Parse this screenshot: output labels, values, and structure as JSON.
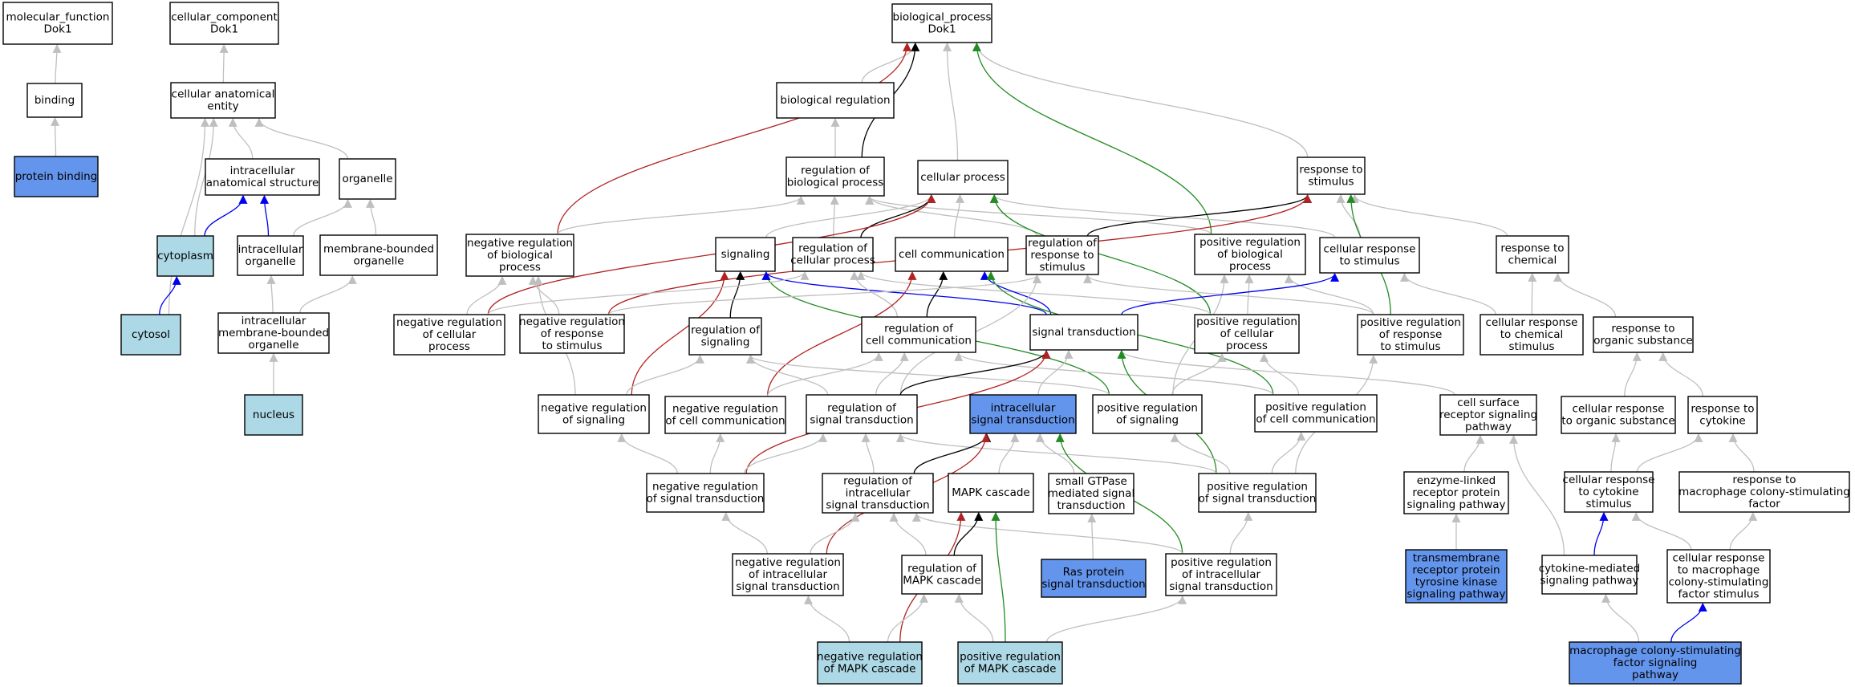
{
  "colors": {
    "gray": "#bfbfbf",
    "black": "#000000",
    "red": "#b22222",
    "green": "#228b22",
    "blue": "#0000ee",
    "node_default": "#ffffff",
    "node_light": "#add8e6",
    "node_dark": "#6495ed"
  },
  "nodes": [
    {
      "id": "mf_dok1",
      "lines": [
        "molecular_function",
        "Dok1"
      ],
      "fill": "default"
    },
    {
      "id": "cc_dok1",
      "lines": [
        "cellular_component",
        "Dok1"
      ],
      "fill": "default"
    },
    {
      "id": "bp_dok1",
      "lines": [
        "biological_process",
        "Dok1"
      ],
      "fill": "default"
    },
    {
      "id": "binding",
      "lines": [
        "binding"
      ],
      "fill": "default"
    },
    {
      "id": "cae",
      "lines": [
        "cellular anatomical",
        "entity"
      ],
      "fill": "default"
    },
    {
      "id": "bio_reg",
      "lines": [
        "biological regulation"
      ],
      "fill": "default"
    },
    {
      "id": "protein_binding",
      "lines": [
        "protein binding"
      ],
      "fill": "dark"
    },
    {
      "id": "ias",
      "lines": [
        "intracellular",
        "anatomical structure"
      ],
      "fill": "default"
    },
    {
      "id": "organelle",
      "lines": [
        "organelle"
      ],
      "fill": "default"
    },
    {
      "id": "rbp",
      "lines": [
        "regulation of",
        "biological process"
      ],
      "fill": "default"
    },
    {
      "id": "cell_process",
      "lines": [
        "cellular process"
      ],
      "fill": "default"
    },
    {
      "id": "rts",
      "lines": [
        "response to",
        "stimulus"
      ],
      "fill": "default"
    },
    {
      "id": "cytoplasm",
      "lines": [
        "cytoplasm"
      ],
      "fill": "light"
    },
    {
      "id": "io",
      "lines": [
        "intracellular",
        "organelle"
      ],
      "fill": "default"
    },
    {
      "id": "mbo",
      "lines": [
        "membrane-bounded",
        "organelle"
      ],
      "fill": "default"
    },
    {
      "id": "nrbp",
      "lines": [
        "negative regulation",
        "of biological",
        "process"
      ],
      "fill": "default"
    },
    {
      "id": "signaling",
      "lines": [
        "signaling"
      ],
      "fill": "default"
    },
    {
      "id": "rcp",
      "lines": [
        "regulation of",
        "cellular process"
      ],
      "fill": "default"
    },
    {
      "id": "cell_comm",
      "lines": [
        "cell communication"
      ],
      "fill": "default"
    },
    {
      "id": "rrs",
      "lines": [
        "regulation of",
        "response to",
        "stimulus"
      ],
      "fill": "default"
    },
    {
      "id": "prbp",
      "lines": [
        "positive regulation",
        "of biological",
        "process"
      ],
      "fill": "default"
    },
    {
      "id": "crs",
      "lines": [
        "cellular response",
        "to stimulus"
      ],
      "fill": "default"
    },
    {
      "id": "rtc",
      "lines": [
        "response to",
        "chemical"
      ],
      "fill": "default"
    },
    {
      "id": "cytosol",
      "lines": [
        "cytosol"
      ],
      "fill": "light"
    },
    {
      "id": "imbo",
      "lines": [
        "intracellular",
        "membrane-bounded",
        "organelle"
      ],
      "fill": "default"
    },
    {
      "id": "nrcp",
      "lines": [
        "negative regulation",
        "of cellular",
        "process"
      ],
      "fill": "default"
    },
    {
      "id": "nrrs",
      "lines": [
        "negative regulation",
        "of response",
        "to stimulus"
      ],
      "fill": "default"
    },
    {
      "id": "rsig",
      "lines": [
        "regulation of",
        "signaling"
      ],
      "fill": "default"
    },
    {
      "id": "rcc",
      "lines": [
        "regulation of",
        "cell communication"
      ],
      "fill": "default"
    },
    {
      "id": "st",
      "lines": [
        "signal transduction"
      ],
      "fill": "default"
    },
    {
      "id": "prcp",
      "lines": [
        "positive regulation",
        "of cellular",
        "process"
      ],
      "fill": "default"
    },
    {
      "id": "prrs",
      "lines": [
        "positive regulation",
        "of response",
        "to stimulus"
      ],
      "fill": "default"
    },
    {
      "id": "crcs",
      "lines": [
        "cellular response",
        "to chemical",
        "stimulus"
      ],
      "fill": "default"
    },
    {
      "id": "rtos",
      "lines": [
        "response to",
        "organic substance"
      ],
      "fill": "default"
    },
    {
      "id": "nucleus",
      "lines": [
        "nucleus"
      ],
      "fill": "light"
    },
    {
      "id": "nrsig",
      "lines": [
        "negative regulation",
        "of signaling"
      ],
      "fill": "default"
    },
    {
      "id": "nrcc",
      "lines": [
        "negative regulation",
        "of cell communication"
      ],
      "fill": "default"
    },
    {
      "id": "rst",
      "lines": [
        "regulation of",
        "signal transduction"
      ],
      "fill": "default"
    },
    {
      "id": "ist",
      "lines": [
        "intracellular",
        "signal transduction"
      ],
      "fill": "dark"
    },
    {
      "id": "prsig",
      "lines": [
        "positive regulation",
        "of signaling"
      ],
      "fill": "default"
    },
    {
      "id": "prcc",
      "lines": [
        "positive regulation",
        "of cell communication"
      ],
      "fill": "default"
    },
    {
      "id": "csrsp",
      "lines": [
        "cell surface",
        "receptor signaling",
        "pathway"
      ],
      "fill": "default"
    },
    {
      "id": "crtos",
      "lines": [
        "cellular response",
        "to organic substance"
      ],
      "fill": "default"
    },
    {
      "id": "rtcy",
      "lines": [
        "response to",
        "cytokine"
      ],
      "fill": "default"
    },
    {
      "id": "nrst",
      "lines": [
        "negative regulation",
        "of signal transduction"
      ],
      "fill": "default"
    },
    {
      "id": "rist",
      "lines": [
        "regulation of",
        "intracellular",
        "signal transduction"
      ],
      "fill": "default"
    },
    {
      "id": "mapk",
      "lines": [
        "MAPK cascade"
      ],
      "fill": "default"
    },
    {
      "id": "sgtp",
      "lines": [
        "small GTPase",
        "mediated signal",
        "transduction"
      ],
      "fill": "default"
    },
    {
      "id": "prst",
      "lines": [
        "positive regulation",
        "of signal transduction"
      ],
      "fill": "default"
    },
    {
      "id": "elrsp",
      "lines": [
        "enzyme-linked",
        "receptor protein",
        "signaling pathway"
      ],
      "fill": "default"
    },
    {
      "id": "crcy",
      "lines": [
        "cellular response",
        "to cytokine",
        "stimulus"
      ],
      "fill": "default"
    },
    {
      "id": "rtmcsf",
      "lines": [
        "response to",
        "macrophage colony-stimulating",
        "factor"
      ],
      "fill": "default"
    },
    {
      "id": "nrist",
      "lines": [
        "negative regulation",
        "of intracellular",
        "signal transduction"
      ],
      "fill": "default"
    },
    {
      "id": "rmapk",
      "lines": [
        "regulation of",
        "MAPK cascade"
      ],
      "fill": "default"
    },
    {
      "id": "ras",
      "lines": [
        "Ras protein",
        "signal transduction"
      ],
      "fill": "dark"
    },
    {
      "id": "prist",
      "lines": [
        "positive regulation",
        "of intracellular",
        "signal transduction"
      ],
      "fill": "default"
    },
    {
      "id": "trptk",
      "lines": [
        "transmembrane",
        "receptor protein",
        "tyrosine kinase",
        "signaling pathway"
      ],
      "fill": "dark"
    },
    {
      "id": "cmsp",
      "lines": [
        "cytokine-mediated",
        "signaling pathway"
      ],
      "fill": "default"
    },
    {
      "id": "crmcsf",
      "lines": [
        "cellular response",
        "to macrophage",
        "colony-stimulating",
        "factor stimulus"
      ],
      "fill": "default"
    },
    {
      "id": "nrmapk",
      "lines": [
        "negative regulation",
        "of MAPK cascade"
      ],
      "fill": "light"
    },
    {
      "id": "prmapk",
      "lines": [
        "positive regulation",
        "of MAPK cascade"
      ],
      "fill": "light"
    },
    {
      "id": "mcsfsp",
      "lines": [
        "macrophage colony-stimulating",
        "factor signaling",
        "pathway"
      ],
      "fill": "dark"
    }
  ],
  "edges": [
    {
      "from": "binding",
      "to": "mf_dok1",
      "color": "gray"
    },
    {
      "from": "protein_binding",
      "to": "binding",
      "color": "gray"
    },
    {
      "from": "cae",
      "to": "cc_dok1",
      "color": "gray"
    },
    {
      "from": "ias",
      "to": "cae",
      "color": "gray"
    },
    {
      "from": "organelle",
      "to": "cae",
      "color": "gray"
    },
    {
      "from": "cytoplasm",
      "to": "cae",
      "color": "gray"
    },
    {
      "from": "cytosol",
      "to": "cae",
      "color": "gray"
    },
    {
      "from": "cytoplasm",
      "to": "ias",
      "color": "blue"
    },
    {
      "from": "io",
      "to": "ias",
      "color": "blue"
    },
    {
      "from": "io",
      "to": "organelle",
      "color": "gray"
    },
    {
      "from": "mbo",
      "to": "organelle",
      "color": "gray"
    },
    {
      "from": "cytosol",
      "to": "cytoplasm",
      "color": "blue"
    },
    {
      "from": "imbo",
      "to": "io",
      "color": "gray"
    },
    {
      "from": "imbo",
      "to": "mbo",
      "color": "gray"
    },
    {
      "from": "nucleus",
      "to": "imbo",
      "color": "gray"
    },
    {
      "from": "bio_reg",
      "to": "bp_dok1",
      "color": "gray"
    },
    {
      "from": "rbp",
      "to": "bp_dok1",
      "color": "black"
    },
    {
      "from": "cell_process",
      "to": "bp_dok1",
      "color": "gray"
    },
    {
      "from": "rts",
      "to": "bp_dok1",
      "color": "gray"
    },
    {
      "from": "nrbp",
      "to": "bp_dok1",
      "color": "red"
    },
    {
      "from": "prbp",
      "to": "bp_dok1",
      "color": "green"
    },
    {
      "from": "rbp",
      "to": "bio_reg",
      "color": "gray"
    },
    {
      "from": "nrbp",
      "to": "rbp",
      "color": "gray"
    },
    {
      "from": "rcp",
      "to": "rbp",
      "color": "gray"
    },
    {
      "from": "rrs",
      "to": "rbp",
      "color": "gray"
    },
    {
      "from": "prbp",
      "to": "rbp",
      "color": "gray"
    },
    {
      "from": "signaling",
      "to": "cell_process",
      "color": "gray"
    },
    {
      "from": "rcp",
      "to": "cell_process",
      "color": "black"
    },
    {
      "from": "cell_comm",
      "to": "cell_process",
      "color": "gray"
    },
    {
      "from": "crs",
      "to": "cell_process",
      "color": "gray"
    },
    {
      "from": "nrcp",
      "to": "cell_process",
      "color": "red"
    },
    {
      "from": "prcp",
      "to": "cell_process",
      "color": "green"
    },
    {
      "from": "rrs",
      "to": "rts",
      "color": "black"
    },
    {
      "from": "crs",
      "to": "rts",
      "color": "gray"
    },
    {
      "from": "rtc",
      "to": "rts",
      "color": "gray"
    },
    {
      "from": "nrrs",
      "to": "rts",
      "color": "red"
    },
    {
      "from": "prrs",
      "to": "rts",
      "color": "green"
    },
    {
      "from": "nrcp",
      "to": "nrbp",
      "color": "gray"
    },
    {
      "from": "nrrs",
      "to": "nrbp",
      "color": "gray"
    },
    {
      "from": "nrsig",
      "to": "nrbp",
      "color": "gray"
    },
    {
      "from": "rsig",
      "to": "signaling",
      "color": "black"
    },
    {
      "from": "nrsig",
      "to": "signaling",
      "color": "red"
    },
    {
      "from": "prsig",
      "to": "signaling",
      "color": "green"
    },
    {
      "from": "st",
      "to": "signaling",
      "color": "blue"
    },
    {
      "from": "nrcp",
      "to": "rcp",
      "color": "gray"
    },
    {
      "from": "prcp",
      "to": "rcp",
      "color": "gray"
    },
    {
      "from": "rcc",
      "to": "rcp",
      "color": "gray"
    },
    {
      "from": "rcc",
      "to": "cell_comm",
      "color": "black"
    },
    {
      "from": "st",
      "to": "cell_comm",
      "color": "blue"
    },
    {
      "from": "nrcc",
      "to": "cell_comm",
      "color": "red"
    },
    {
      "from": "prcc",
      "to": "cell_comm",
      "color": "green"
    },
    {
      "from": "nrrs",
      "to": "rrs",
      "color": "gray"
    },
    {
      "from": "prrs",
      "to": "rrs",
      "color": "gray"
    },
    {
      "from": "rst",
      "to": "rrs",
      "color": "gray"
    },
    {
      "from": "prcp",
      "to": "prbp",
      "color": "gray"
    },
    {
      "from": "prrs",
      "to": "prbp",
      "color": "gray"
    },
    {
      "from": "prsig",
      "to": "prbp",
      "color": "gray"
    },
    {
      "from": "st",
      "to": "crs",
      "color": "blue"
    },
    {
      "from": "crcs",
      "to": "crs",
      "color": "gray"
    },
    {
      "from": "crcs",
      "to": "rtc",
      "color": "gray"
    },
    {
      "from": "rtos",
      "to": "rtc",
      "color": "gray"
    },
    {
      "from": "nrsig",
      "to": "rsig",
      "color": "gray"
    },
    {
      "from": "prsig",
      "to": "rsig",
      "color": "gray"
    },
    {
      "from": "rst",
      "to": "rsig",
      "color": "gray"
    },
    {
      "from": "nrcc",
      "to": "rcc",
      "color": "gray"
    },
    {
      "from": "prcc",
      "to": "rcc",
      "color": "gray"
    },
    {
      "from": "rst",
      "to": "rcc",
      "color": "gray"
    },
    {
      "from": "rst",
      "to": "st",
      "color": "black"
    },
    {
      "from": "ist",
      "to": "st",
      "color": "gray"
    },
    {
      "from": "csrsp",
      "to": "st",
      "color": "gray"
    },
    {
      "from": "nrst",
      "to": "st",
      "color": "red"
    },
    {
      "from": "prst",
      "to": "st",
      "color": "green"
    },
    {
      "from": "prsig",
      "to": "prcp",
      "color": "gray"
    },
    {
      "from": "prcc",
      "to": "prcp",
      "color": "gray"
    },
    {
      "from": "prst",
      "to": "prrs",
      "color": "gray"
    },
    {
      "from": "crtos",
      "to": "rtos",
      "color": "gray"
    },
    {
      "from": "rtcy",
      "to": "rtos",
      "color": "gray"
    },
    {
      "from": "nrst",
      "to": "nrsig",
      "color": "gray"
    },
    {
      "from": "nrst",
      "to": "nrcc",
      "color": "gray"
    },
    {
      "from": "nrst",
      "to": "rst",
      "color": "gray"
    },
    {
      "from": "rist",
      "to": "rst",
      "color": "gray"
    },
    {
      "from": "prst",
      "to": "rst",
      "color": "gray"
    },
    {
      "from": "rist",
      "to": "ist",
      "color": "black"
    },
    {
      "from": "mapk",
      "to": "ist",
      "color": "gray"
    },
    {
      "from": "sgtp",
      "to": "ist",
      "color": "gray"
    },
    {
      "from": "nrist",
      "to": "ist",
      "color": "red"
    },
    {
      "from": "prist",
      "to": "ist",
      "color": "green"
    },
    {
      "from": "prst",
      "to": "prsig",
      "color": "gray"
    },
    {
      "from": "prst",
      "to": "prcc",
      "color": "gray"
    },
    {
      "from": "elrsp",
      "to": "csrsp",
      "color": "gray"
    },
    {
      "from": "cmsp",
      "to": "csrsp",
      "color": "gray"
    },
    {
      "from": "crcy",
      "to": "crtos",
      "color": "gray"
    },
    {
      "from": "crcy",
      "to": "rtcy",
      "color": "gray"
    },
    {
      "from": "rtmcsf",
      "to": "rtcy",
      "color": "gray"
    },
    {
      "from": "nrist",
      "to": "nrst",
      "color": "gray"
    },
    {
      "from": "nrist",
      "to": "rist",
      "color": "gray"
    },
    {
      "from": "rmapk",
      "to": "rist",
      "color": "gray"
    },
    {
      "from": "prist",
      "to": "rist",
      "color": "gray"
    },
    {
      "from": "rmapk",
      "to": "mapk",
      "color": "black"
    },
    {
      "from": "nrmapk",
      "to": "mapk",
      "color": "red"
    },
    {
      "from": "prmapk",
      "to": "mapk",
      "color": "green"
    },
    {
      "from": "ras",
      "to": "sgtp",
      "color": "gray"
    },
    {
      "from": "prist",
      "to": "prst",
      "color": "gray"
    },
    {
      "from": "trptk",
      "to": "elrsp",
      "color": "gray"
    },
    {
      "from": "cmsp",
      "to": "crcy",
      "color": "blue"
    },
    {
      "from": "crmcsf",
      "to": "crcy",
      "color": "gray"
    },
    {
      "from": "crmcsf",
      "to": "rtmcsf",
      "color": "gray"
    },
    {
      "from": "nrmapk",
      "to": "nrist",
      "color": "gray"
    },
    {
      "from": "nrmapk",
      "to": "rmapk",
      "color": "gray"
    },
    {
      "from": "prmapk",
      "to": "rmapk",
      "color": "gray"
    },
    {
      "from": "prmapk",
      "to": "prist",
      "color": "gray"
    },
    {
      "from": "mcsfsp",
      "to": "cmsp",
      "color": "gray"
    },
    {
      "from": "mcsfsp",
      "to": "crmcsf",
      "color": "blue"
    }
  ]
}
